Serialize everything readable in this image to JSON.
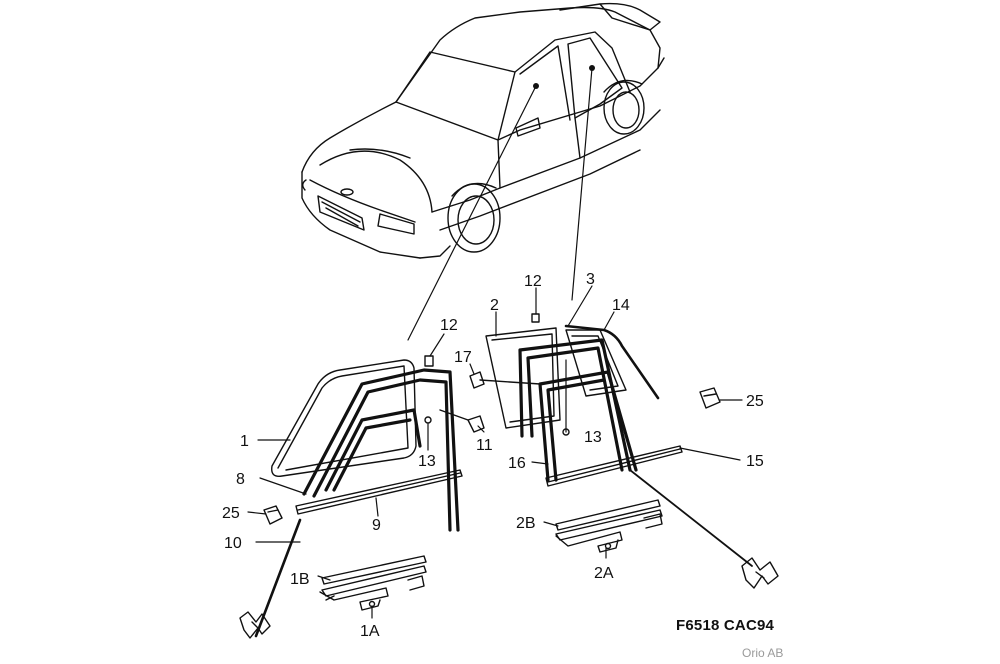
{
  "diagram": {
    "callouts": {
      "c1": "1",
      "c1A": "1A",
      "c1B": "1B",
      "c2": "2",
      "c2A": "2A",
      "c2B": "2B",
      "c3": "3",
      "c8": "8",
      "c9": "9",
      "c10": "10",
      "c11": "11",
      "c12_left": "12",
      "c12_right": "12",
      "c13_left": "13",
      "c13_right": "13",
      "c14": "14",
      "c15": "15",
      "c16": "16",
      "c17": "17",
      "c25_left": "25",
      "c25_right": "25"
    },
    "reference_code": "F6518 CAC94",
    "credit": "Orio AB"
  }
}
